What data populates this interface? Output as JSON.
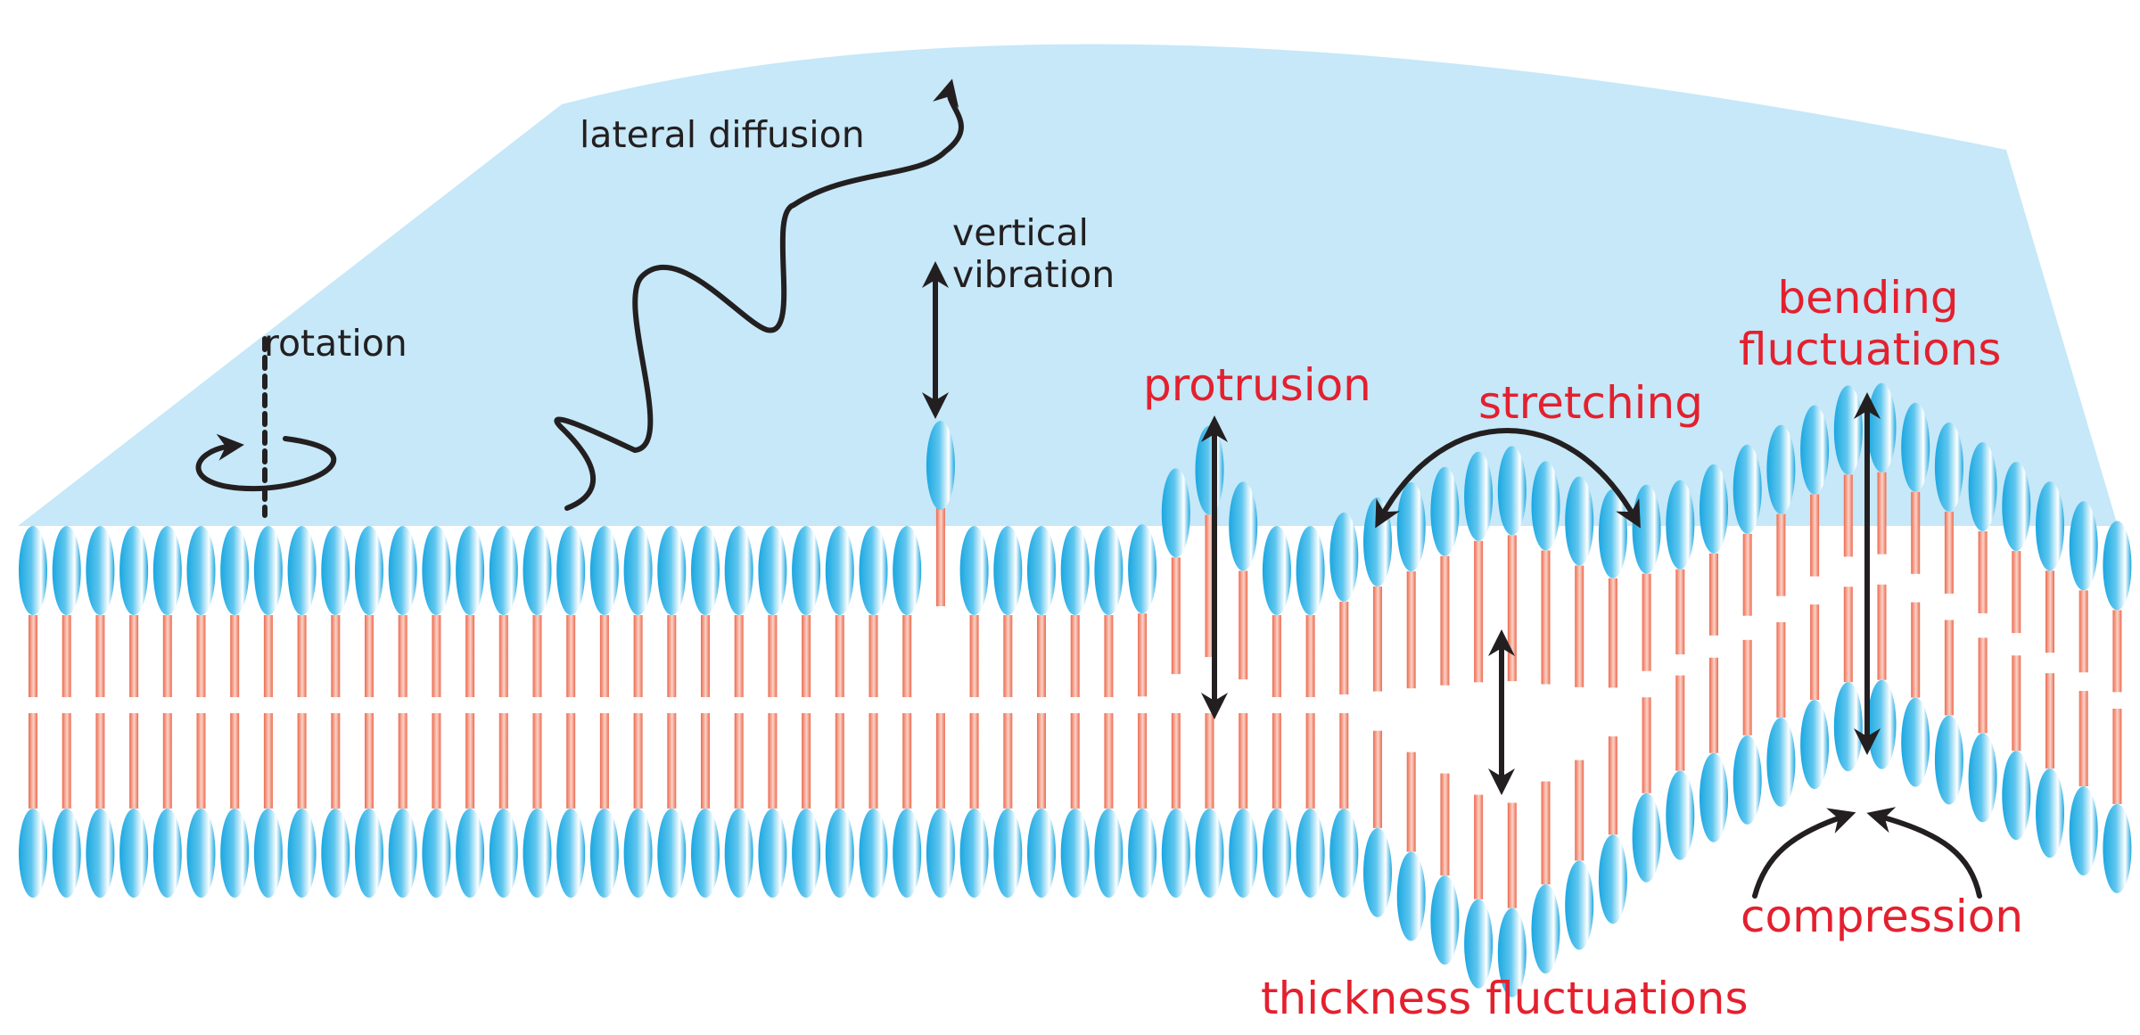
{
  "labels": {
    "lateral_diffusion": "lateral diffusion",
    "vertical_vibration": "vertical\nvibration",
    "rotation": "rotation",
    "protrusion": "protrusion",
    "stretching": "stretching",
    "bending_fluctuations": "bending\nfluctuations",
    "thickness_fluctuations": "thickness fluctuations",
    "compression": "compression"
  },
  "colors": {
    "water": "#c6e8f8",
    "head_dark": "#1ba7e1",
    "head_light": "#ffffff",
    "tail": "#f08268",
    "tail_light": "#fde3dc",
    "arrow": "#231f20",
    "label_black": "#231f20",
    "label_red": "#e4202e"
  }
}
